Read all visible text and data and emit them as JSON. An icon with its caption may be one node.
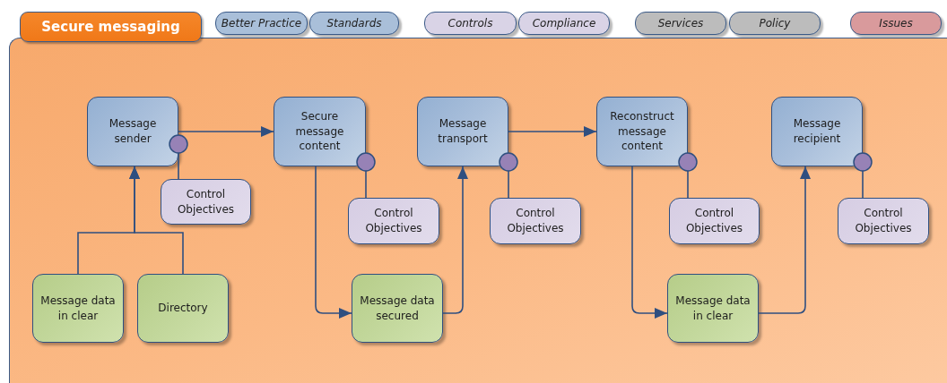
{
  "diagram": {
    "nodes": [
      {
        "text": [
          "Secure messaging"
        ]
      },
      {
        "text": [
          "Better Practice"
        ]
      },
      {
        "text": [
          "Standards"
        ]
      },
      {
        "text": [
          "Controls"
        ]
      },
      {
        "text": [
          "Compliance"
        ]
      },
      {
        "text": [
          "Services"
        ]
      },
      {
        "text": [
          "Policy"
        ]
      },
      {
        "text": [
          "Issues"
        ]
      },
      {
        "text": [
          "Message sender"
        ],
        "in": 0
      },
      {
        "text": [
          "Secure message content"
        ],
        "in": 0
      },
      {
        "text": [
          "Message transport"
        ],
        "in": 0
      },
      {
        "text": [
          "Reconstruct message content"
        ],
        "in": 0
      },
      {
        "text": [
          "Message recipient"
        ],
        "in": 0
      },
      {
        "text": [
          "Control Objectives"
        ],
        "in": 0
      },
      {
        "text": [
          "Control Objectives"
        ],
        "in": 0
      },
      {
        "text": [
          "Control Objectives"
        ],
        "in": 0
      },
      {
        "text": [
          "Control Objectives"
        ],
        "in": 0
      },
      {
        "text": [
          "Control Objectives"
        ],
        "in": 0
      },
      {
        "text": [
          "Message data in clear"
        ],
        "in": 0
      },
      {
        "text": [
          "Directory"
        ],
        "in": 0
      },
      {
        "text": [
          "Message data secured"
        ],
        "in": 0
      },
      {
        "text": [
          "Message data in clear"
        ],
        "in": 0
      }
    ],
    "edges": [
      {
        "from": 8,
        "to": 9,
        "arrow": "to"
      },
      {
        "from": 9,
        "to": 20,
        "arrow": "to"
      },
      {
        "from": 20,
        "to": 10,
        "arrow": "to"
      },
      {
        "from": 10,
        "to": 11,
        "arrow": "to"
      },
      {
        "from": 11,
        "to": 21,
        "arrow": "to"
      },
      {
        "from": 21,
        "to": 12,
        "arrow": "to"
      },
      {
        "from": 18,
        "to": 8,
        "arrow": "to"
      },
      {
        "from": 19,
        "to": 8,
        "arrow": "to"
      },
      {
        "from": 8,
        "to": 13,
        "arrow": "other"
      },
      {
        "from": 9,
        "to": 14,
        "arrow": "other"
      },
      {
        "from": 10,
        "to": 15,
        "arrow": "other"
      },
      {
        "from": 11,
        "to": 16,
        "arrow": "other"
      },
      {
        "from": 12,
        "to": 17,
        "arrow": "other"
      }
    ]
  }
}
